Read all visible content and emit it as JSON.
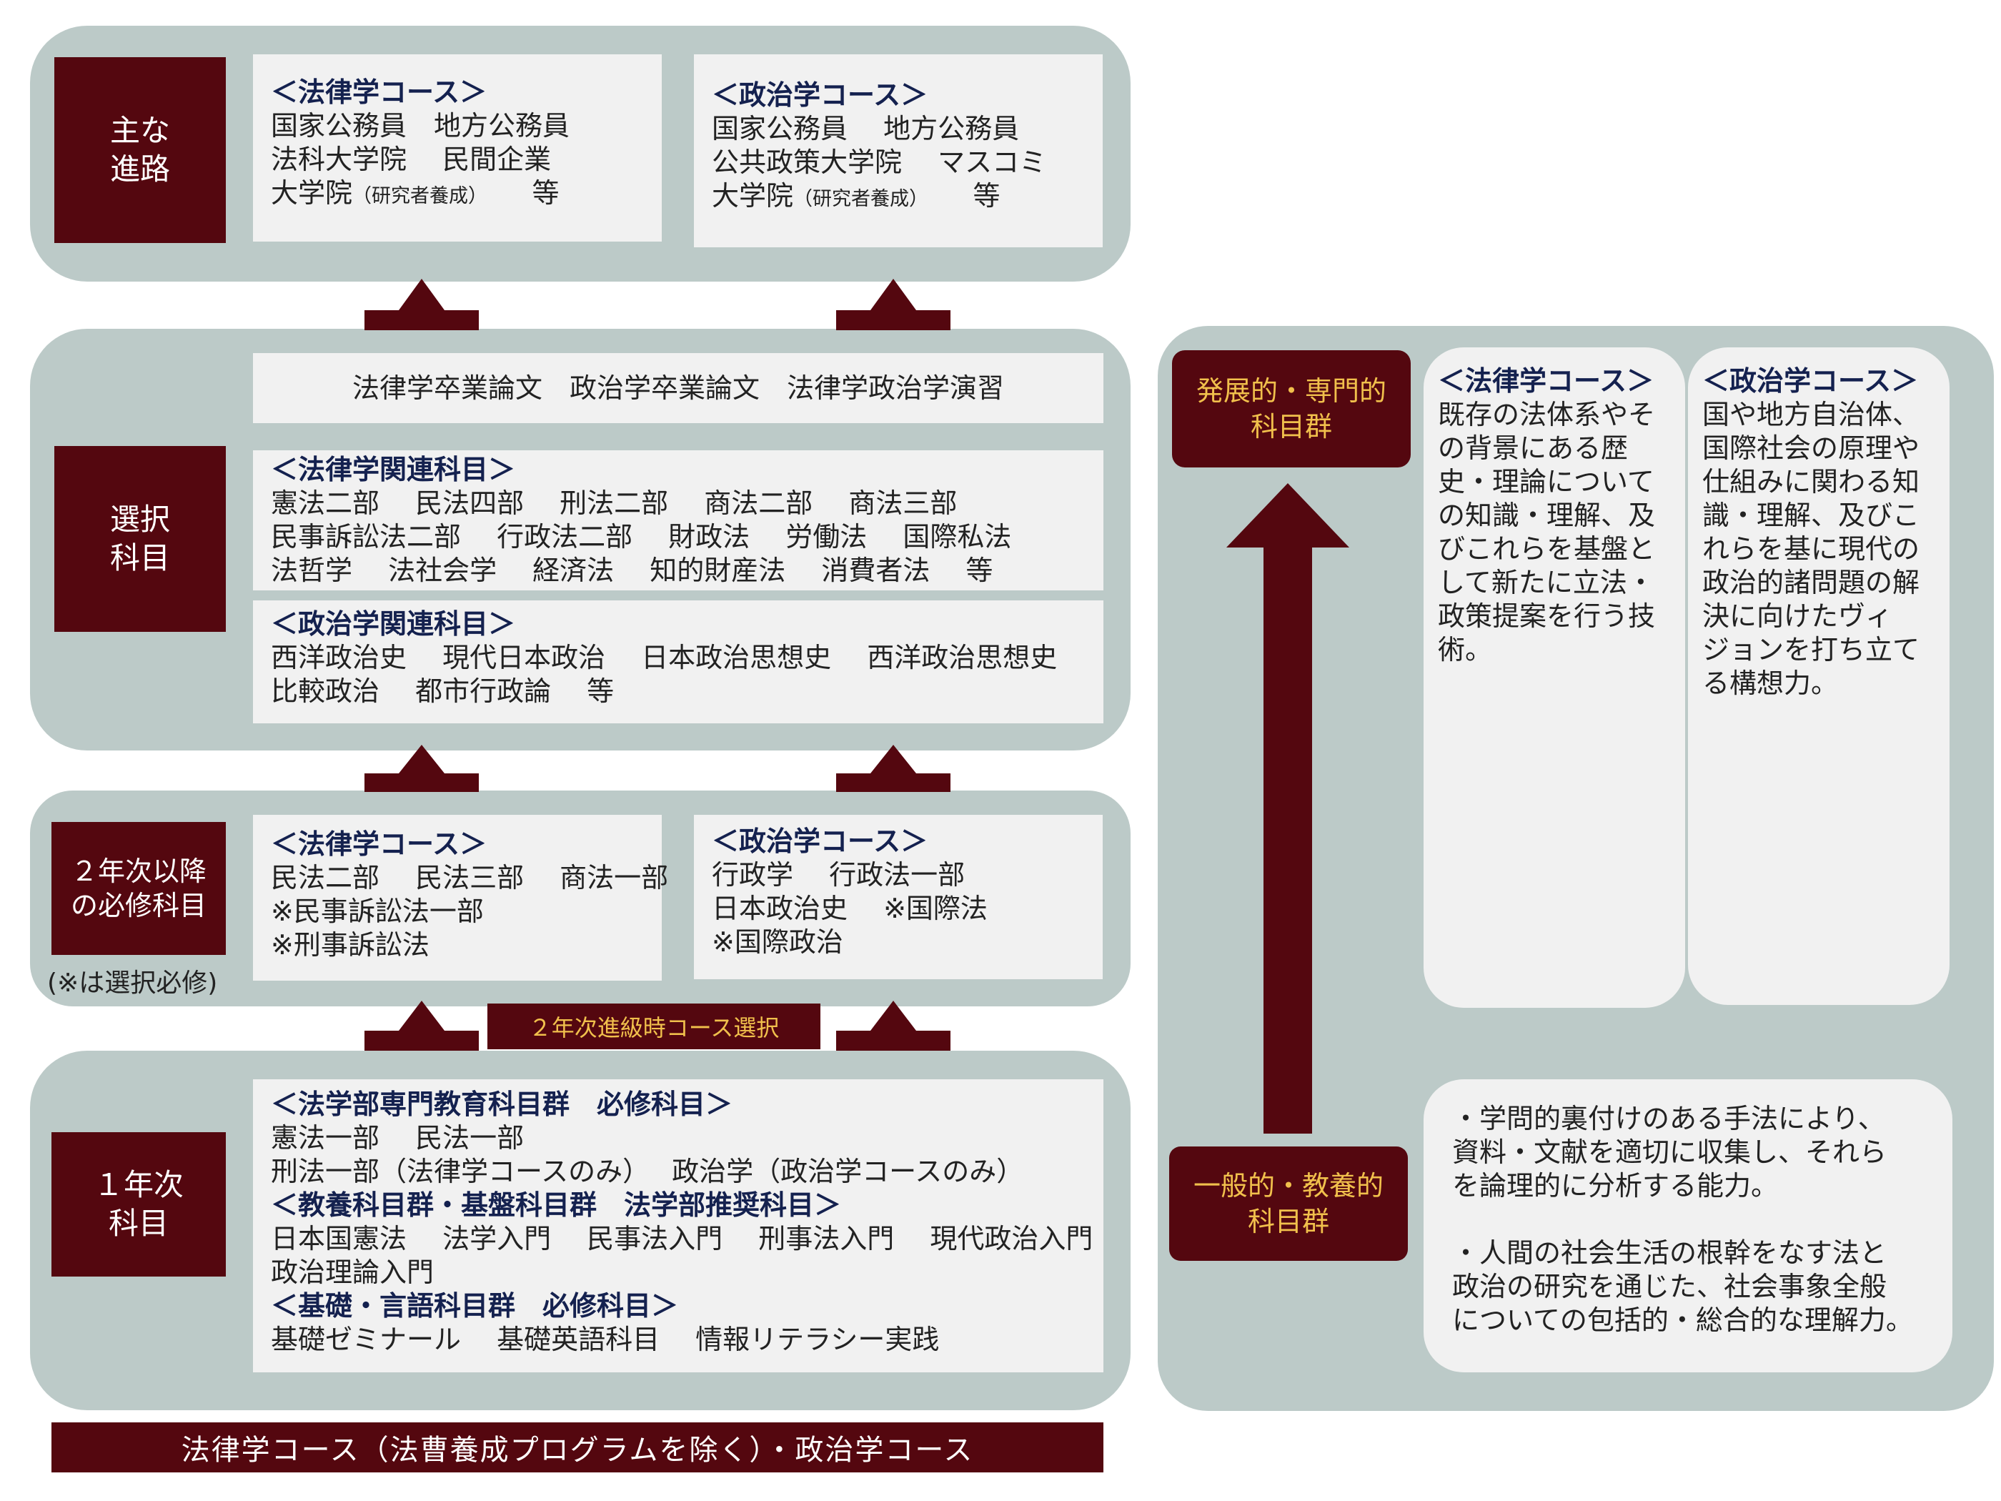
{
  "colors": {
    "panel": "#bccac8",
    "maroon": "#54070f",
    "box": "#f1f1f1",
    "heading_blue": "#14214f",
    "highlight_orange": "#f1c04c"
  },
  "careers": {
    "label": "主な\n進路",
    "law": {
      "heading": "＜法律学コース＞",
      "line1": "国家公務員　地方公務員",
      "line2": "法科大学院　 民間企業",
      "line3_main": "大学院",
      "line3_small": "（研究者養成）",
      "line3_end": "　　等"
    },
    "politics": {
      "heading": "＜政治学コース＞",
      "line1": "国家公務員　 地方公務員",
      "line2": "公共政策大学院　 マスコミ",
      "line3_main": "大学院",
      "line3_small": "（研究者養成）",
      "line3_end": "　　等"
    }
  },
  "elective": {
    "label": "選択\n科目",
    "theses": "法律学卒業論文　政治学卒業論文　法律学政治学演習",
    "law_related": {
      "heading": "＜法律学関連科目＞",
      "line1": "憲法二部　 民法四部　 刑法二部　 商法二部　 商法三部",
      "line2": "民事訴訟法二部　 行政法二部　 財政法　 労働法　 国際私法",
      "line3": "法哲学　 法社会学　 経済法　 知的財産法　 消費者法　 等"
    },
    "politics_related": {
      "heading": "＜政治学関連科目＞",
      "line1": "西洋政治史　 現代日本政治　 日本政治思想史　 西洋政治思想史",
      "line2": "比較政治　 都市行政論　 等"
    }
  },
  "required2": {
    "label": "２年次以降\nの必修科目",
    "note": "(※は選択必修)",
    "law": {
      "heading": "＜法律学コース＞",
      "line1": "民法二部　 民法三部　 商法一部",
      "line2": "※民事訴訟法一部",
      "line3": "※刑事訴訟法"
    },
    "politics": {
      "heading": "＜政治学コース＞",
      "line1": "行政学　 行政法一部",
      "line2": "日本政治史　 ※国際法",
      "line3": "※国際政治"
    }
  },
  "course_selection": "２年次進級時コース選択",
  "year1": {
    "label": "１年次\n科目",
    "h1": "＜法学部専門教育科目群　必修科目＞",
    "l1": "憲法一部　 民法一部",
    "l2": "刑法一部（法律学コースのみ）　 政治学（政治学コースのみ）",
    "h2": "＜教養科目群・基盤科目群　法学部推奨科目＞",
    "l3": "日本国憲法　 法学入門　 民事法入門　 刑事法入門　 現代政治入門",
    "l4": "政治理論入門",
    "h3": "＜基礎・言語科目群　必修科目＞",
    "l5": "基礎ゼミナール　 基礎英語科目　 情報リテラシー実践"
  },
  "footer": "法律学コース（法曹養成プログラムを除く）・政治学コース",
  "right": {
    "advanced_label": "発展的・専門的\n科目群",
    "general_label": "一般的・教養的\n科目群",
    "law_card": {
      "heading": "＜法律学コース＞",
      "text": "既存の法体系やそ\nの背景にある歴\n史・理論について\nの知識・理解、及\nびこれらを基盤と\nして新たに立法・\n政策提案を行う技\n術。"
    },
    "politics_card": {
      "heading": "＜政治学コース＞",
      "text": "国や地方自治体、\n国際社会の原理や\n仕組みに関わる知\n識・理解、及びこ\nれらを基に現代の\n政治的諸問題の解\n決に向けたヴィ\nジョンを打ち立て\nる構想力。"
    },
    "skills": "・学問的裏付けのある手法により、\n資料・文献を適切に収集し、それら\nを論理的に分析する能力。\n\n・人間の社会生活の根幹をなす法と\n政治の研究を通じた、社会事象全般\nについての包括的・総合的な理解力。"
  }
}
